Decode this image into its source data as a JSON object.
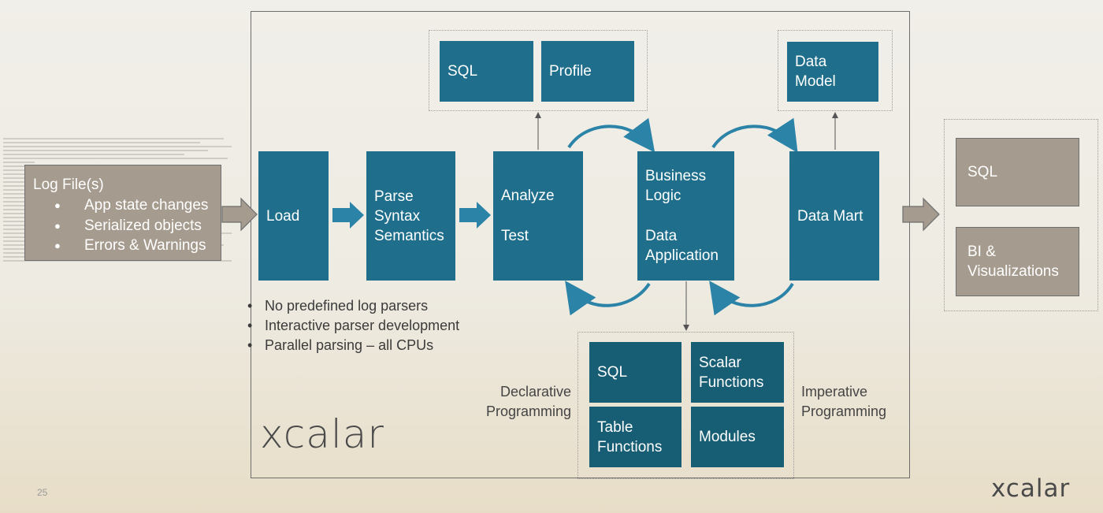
{
  "log_files": {
    "title": "Log File(s)",
    "items": [
      "App state changes",
      "Serialized objects",
      "Errors & Warnings"
    ]
  },
  "stages": {
    "load": "Load",
    "parse": [
      "Parse",
      "Syntax",
      "Semantics"
    ],
    "analyze": [
      "Analyze",
      "Test"
    ],
    "business": [
      "Business",
      "Logic",
      "Data",
      "Application"
    ],
    "datamart": "Data Mart"
  },
  "outputs_top_left": {
    "sql": "SQL",
    "profile": "Profile"
  },
  "outputs_top_right": {
    "data_model": [
      "Data",
      "Model"
    ]
  },
  "consumers": {
    "sql": "SQL",
    "bi": [
      "BI &",
      "Visualizations"
    ]
  },
  "features": [
    "No predefined log parsers",
    "Interactive parser development",
    "Parallel parsing – all CPUs"
  ],
  "programming": {
    "sql": "SQL",
    "scalar": [
      "Scalar",
      "Functions"
    ],
    "table": [
      "Table",
      "Functions"
    ],
    "modules": "Modules",
    "declarative": [
      "Declarative",
      "Programming"
    ],
    "imperative": [
      "Imperative",
      "Programming"
    ]
  },
  "branding": {
    "logo_large": "xcalar",
    "logo_small": "xcalar",
    "page_number": "25"
  },
  "colors": {
    "process_box": "#1f6f8c",
    "process_box_dark": "#175d74",
    "grey_box": "#a59b8e",
    "arrow": "#2b84a8",
    "side_arrow": "#a59b8e"
  }
}
